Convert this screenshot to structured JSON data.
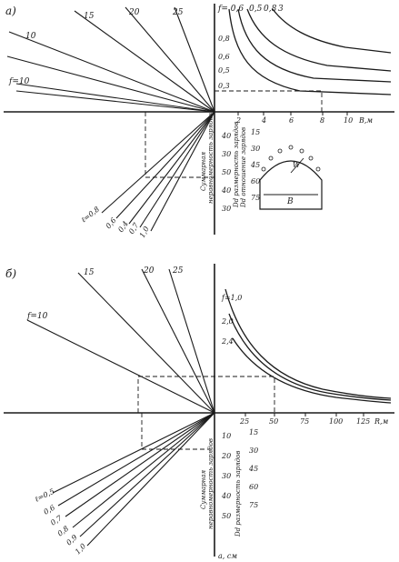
{
  "colors": {
    "ink": "#1a1a1a",
    "paper": "#ffffff"
  },
  "panel_a": {
    "label": "а)",
    "ray_labels": [
      "10",
      "15",
      "20",
      "25"
    ],
    "f_label": "f=10",
    "curve_header": "f= 0,6",
    "curve_labels": [
      "0,5",
      "0,8",
      "3"
    ],
    "right_y_labels": [
      "0,8",
      "0,6",
      "0,5",
      "0,3"
    ],
    "x_axis_labels": [
      "2",
      "4",
      "6",
      "8",
      "10"
    ],
    "x_axis_unit": "В,м",
    "col1_labels": [
      "40",
      "30",
      "50",
      "40",
      "30"
    ],
    "col2_labels": [
      "15",
      "30",
      "45",
      "60",
      "75"
    ],
    "vertical_caption_1": "Суммарная",
    "vertical_caption_2": "неравномерность зарядов",
    "vertical_caption_3": "Dd размерность зарядов",
    "vertical_caption_4": "Dd отношение зарядов",
    "fan_labels": [
      "ℓ=0,8",
      "0,6",
      "0,4",
      "0,7",
      "1,0"
    ],
    "inset_w_label": "W",
    "inset_b_label": "B"
  },
  "panel_b": {
    "label": "б)",
    "ray_labels": [
      "15",
      "20",
      "25"
    ],
    "f_label": "f=10",
    "curve_labels": [
      "f=1,0",
      "2,0",
      "2,4"
    ],
    "x_axis_labels": [
      "25",
      "50",
      "75",
      "100",
      "125"
    ],
    "x_axis_unit": "R,м",
    "col1_labels": [
      "10",
      "20",
      "30",
      "40",
      "50"
    ],
    "col2_labels": [
      "15",
      "30",
      "45",
      "60",
      "75"
    ],
    "vertical_caption_1": "Суммарная",
    "vertical_caption_2": "неравномерность зарядов",
    "vertical_caption_3": "Dd размерность зарядов",
    "fan_labels": [
      "ℓ=0,5",
      "0,6",
      "0,7",
      "0,8",
      "0,9",
      "1,0"
    ],
    "bottom_label": "a, см"
  }
}
